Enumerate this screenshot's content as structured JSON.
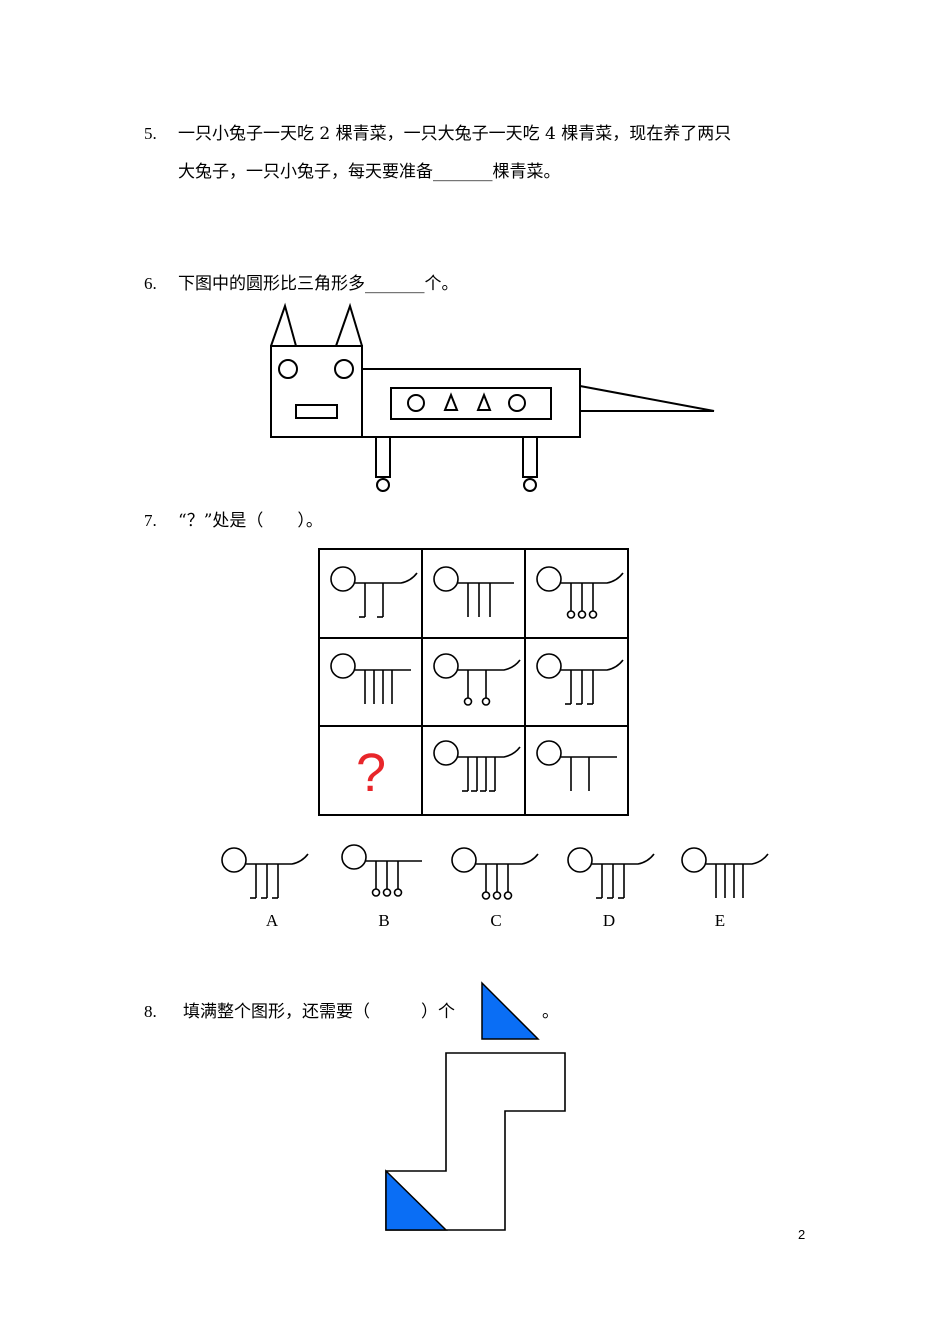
{
  "questions": [
    {
      "num": "5.",
      "lines": [
        "一只小兔子一天吃 2 棵青菜，一只大兔子一天吃 4 棵青菜，现在养了两只",
        "大兔子，一只小兔子，每天要准备_______棵青菜。"
      ]
    },
    {
      "num": "6.",
      "text": "下图中的圆形比三角形多_______个。"
    },
    {
      "num": "7.",
      "text": "“？”处是（　　）。"
    },
    {
      "num": "8.",
      "text_before": "填满整个图形，还需要（　　　）个",
      "text_after": "。"
    }
  ],
  "q7": {
    "grid_mark": "?",
    "options": [
      "A",
      "B",
      "C",
      "D",
      "E"
    ]
  },
  "colors": {
    "shape_fill": "#0a6ef5",
    "question_mark": "#e8262a"
  },
  "page_number": "2"
}
